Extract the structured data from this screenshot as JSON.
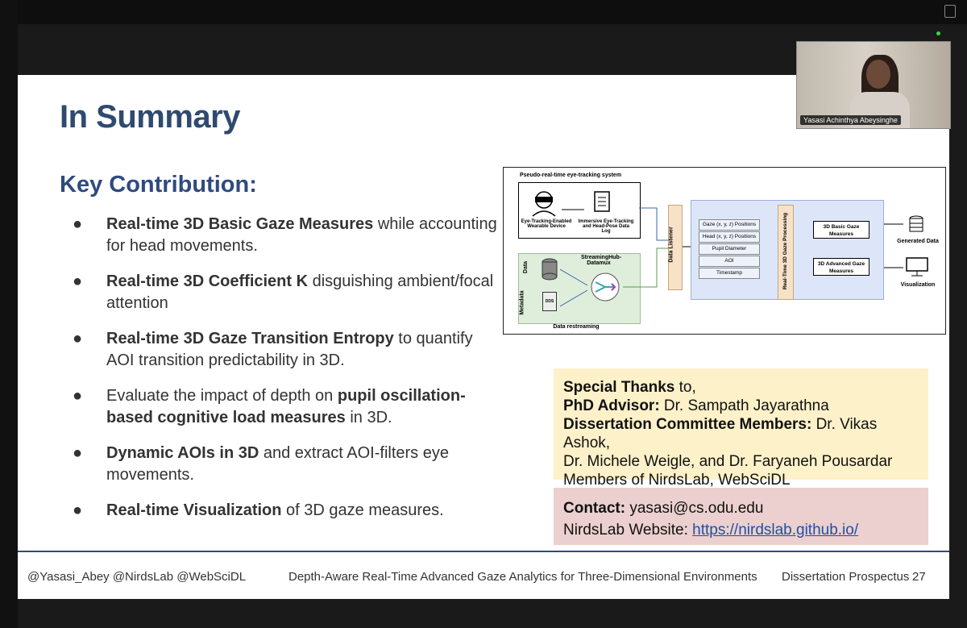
{
  "slide": {
    "title": "In Summary",
    "subtitle": "Key Contribution:",
    "bullets": [
      {
        "bold": "Real-time 3D Basic Gaze Measures",
        "rest": " while accounting for head movements."
      },
      {
        "bold": "Real-time 3D Coefficient K",
        "rest": " disguishing ambient/focal attention"
      },
      {
        "bold": "Real-time 3D Gaze Transition  Entropy",
        "rest": " to quantify AOI transition predictability in 3D."
      },
      {
        "pre": "Evaluate the impact of depth on ",
        "bold": "pupil oscillation-based cognitive load measures",
        "rest": " in 3D."
      },
      {
        "bold": "Dynamic AOIs in 3D",
        "rest": " and extract AOI-filters eye movements."
      },
      {
        "bold": "Real-time Visualization",
        "rest": " of 3D gaze measures."
      }
    ],
    "diagram": {
      "pseudo_title": "Pseudo-real-time eye-tracking system",
      "device_label": "Eye-Tracking-Enabled Wearable Device",
      "log_label": "Immersive Eye-Tracking and Head-Pose Data Log",
      "data_label": "Data",
      "metadata_label": "Metadata",
      "datamux_label": "StreamingHub-Datamux",
      "dds_label": "DDS",
      "restreaming_label": "Data restreaming",
      "listener_label": "Data Listener",
      "attributes": [
        "Gaze (x, y, z) Positions",
        "Head (x, y, z) Positions",
        "Pupil Diameter",
        "AOI",
        "Timestamp"
      ],
      "processing_label": "Real-Time 3D Gaze Processing",
      "basic_label": "3D Basic Gaze Measures",
      "advanced_label": "3D Advanced Gaze Measures",
      "generated_label": "Generated Data",
      "visualization_label": "Visualization"
    },
    "thanks": {
      "heading": "Special Thanks",
      "heading_rest": " to,",
      "advisor_label": "PhD Advisor:",
      "advisor_name": " Dr. Sampath Jayarathna",
      "committee_label": "Dissertation Committee Members:",
      "committee_names_1": " Dr. Vikas Ashok,",
      "committee_names_2": "Dr. Michele Weigle, and Dr. Faryaneh Pousardar",
      "members_line": "Members of NirdsLab, WebSciDL"
    },
    "contact": {
      "label": "Contact:",
      "email": " yasasi@cs.odu.edu",
      "website_label": "NirdsLab Website: ",
      "website_url": "https://nirdslab.github.io/"
    },
    "footer": {
      "handles": "@Yasasi_Abey @NirdsLab @WebSciDL",
      "center": "Depth-Aware Real-Time Advanced Gaze Analytics for Three-Dimensional Environments",
      "right": "Dissertation Prospectus",
      "page": "27"
    }
  },
  "video": {
    "participant_name": "Yasasi Achinthya Abeysinghe"
  },
  "colors": {
    "title": "#2f4a6e",
    "accent": "#2f4a7e",
    "thanks_bg": "#fdf1c9",
    "contact_bg": "#ebd0cf",
    "link": "#1f4fa8"
  }
}
